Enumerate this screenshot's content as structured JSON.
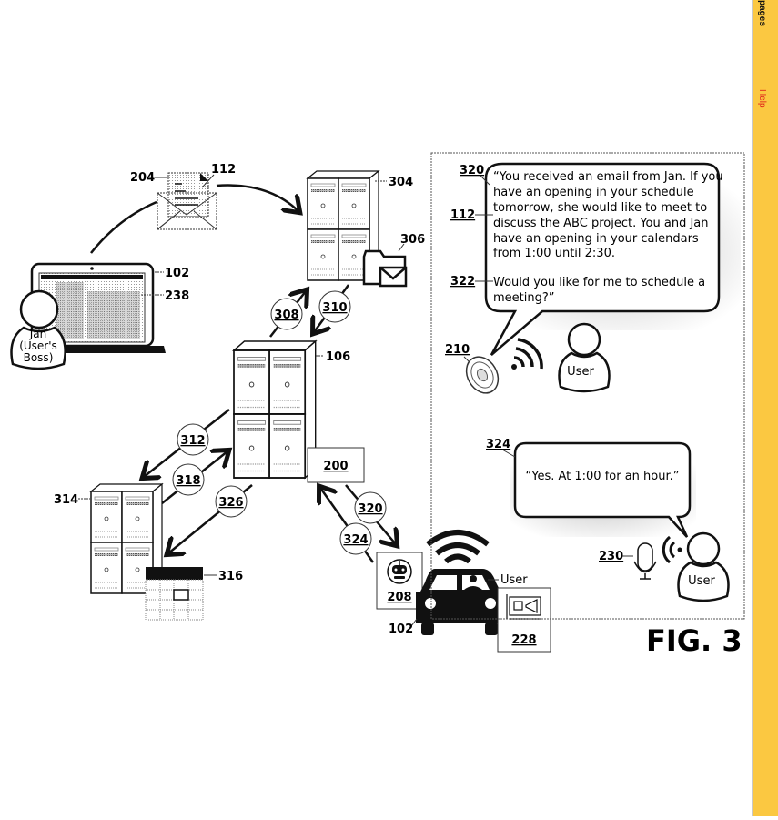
{
  "sidebar": {
    "links": [
      {
        "label": "pages",
        "color": "#111111"
      },
      {
        "label": "Help",
        "color": "#E0241B"
      }
    ],
    "background": "#FBC841"
  },
  "figure": {
    "title": "FIG. 3",
    "labels": {
      "email_doc": "204",
      "email_content": "112",
      "laptop": "102",
      "laptop_screen": "238",
      "email_server": "304",
      "mail_folder": "306",
      "arrow_308": "308",
      "arrow_310": "310",
      "assistant_server": "106",
      "arrow_312": "312",
      "arrow_318": "318",
      "arrow_326": "326",
      "calendar_server": "314",
      "calendar": "316",
      "component_200": "200",
      "arrow_320": "320",
      "arrow_324": "324",
      "robot_box": "208",
      "vehicle": "102",
      "speaker_box": "228",
      "panel_320": "320",
      "panel_112": "112",
      "panel_322": "322",
      "speaker": "210",
      "reply_324": "324",
      "microphone": "230"
    },
    "jan_person": [
      "Jan",
      "(User's",
      "Boss)"
    ],
    "car_user_label": "User",
    "panel_user_label_top": "User",
    "panel_user_label_bottom": "User",
    "assistant_bubble": {
      "lines": [
        "“You received an email from Jan. If you",
        "have an opening in your schedule",
        "tomorrow, she would like to meet to",
        "discuss the ABC project. You and Jan",
        "have an opening in your calendars",
        "from 1:00 until 2:30."
      ],
      "question_lines": [
        "Would you like for me to schedule a",
        "meeting?”"
      ]
    },
    "user_bubble": {
      "text": "“Yes. At 1:00 for an hour.”"
    },
    "icons": [
      "email-envelope-icon",
      "laptop-icon",
      "person-icon",
      "server-rack-icon",
      "mail-folder-icon",
      "calendar-icon",
      "robot-icon",
      "car-icon",
      "wifi-icon",
      "speaker-icon",
      "sound-waves-icon",
      "microphone-icon",
      "sound-card-icon"
    ]
  }
}
